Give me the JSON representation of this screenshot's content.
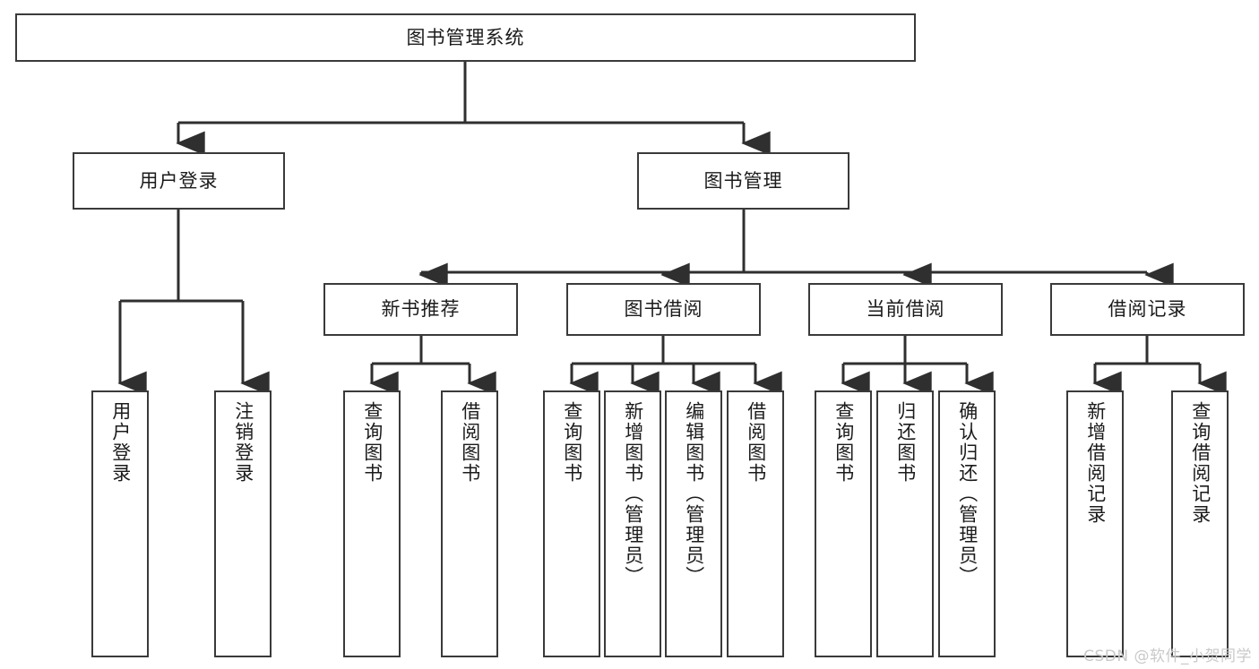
{
  "diagram": {
    "title": "图书管理系统",
    "type": "tree-hierarchy",
    "watermark": "CSDN @软件_小贺同学",
    "colors": {
      "box_border": "#3a3a3a",
      "box_fill": "#ffffff",
      "edge": "#2f2f2f",
      "text": "#1b1b1b",
      "watermark": "#c9c9c9"
    },
    "nodes": {
      "root": {
        "label": "图书管理系统"
      },
      "level2": [
        {
          "id": "user-login",
          "label": "用户登录"
        },
        {
          "id": "book-manage",
          "label": "图书管理"
        }
      ],
      "level3": [
        {
          "id": "new-book-rec",
          "label": "新书推荐"
        },
        {
          "id": "book-borrow",
          "label": "图书借阅"
        },
        {
          "id": "current-borrow",
          "label": "当前借阅"
        },
        {
          "id": "borrow-record",
          "label": "借阅记录"
        }
      ],
      "leaves": [
        {
          "id": "leaf-user-login",
          "label": "用户登录",
          "parent": "user-login"
        },
        {
          "id": "leaf-user-logout",
          "label": "注销登录",
          "parent": "user-login"
        },
        {
          "id": "leaf-query-book-1",
          "label": "查询图书",
          "parent": "new-book-rec"
        },
        {
          "id": "leaf-borrow-book-1",
          "label": "借阅图书",
          "parent": "new-book-rec"
        },
        {
          "id": "leaf-query-book-2",
          "label": "查询图书",
          "parent": "book-borrow"
        },
        {
          "id": "leaf-add-book",
          "label": "新增图书（管理员）",
          "parent": "book-borrow"
        },
        {
          "id": "leaf-edit-book",
          "label": "编辑图书（管理员）",
          "parent": "book-borrow"
        },
        {
          "id": "leaf-borrow-book-2",
          "label": "借阅图书",
          "parent": "book-borrow"
        },
        {
          "id": "leaf-query-book-3",
          "label": "查询图书",
          "parent": "current-borrow"
        },
        {
          "id": "leaf-return-book",
          "label": "归还图书",
          "parent": "current-borrow"
        },
        {
          "id": "leaf-confirm-return",
          "label": "确认归还（管理员）",
          "parent": "current-borrow"
        },
        {
          "id": "leaf-add-record",
          "label": "新增借阅记录",
          "parent": "borrow-record"
        },
        {
          "id": "leaf-query-record",
          "label": "查询借阅记录",
          "parent": "borrow-record"
        }
      ]
    }
  }
}
